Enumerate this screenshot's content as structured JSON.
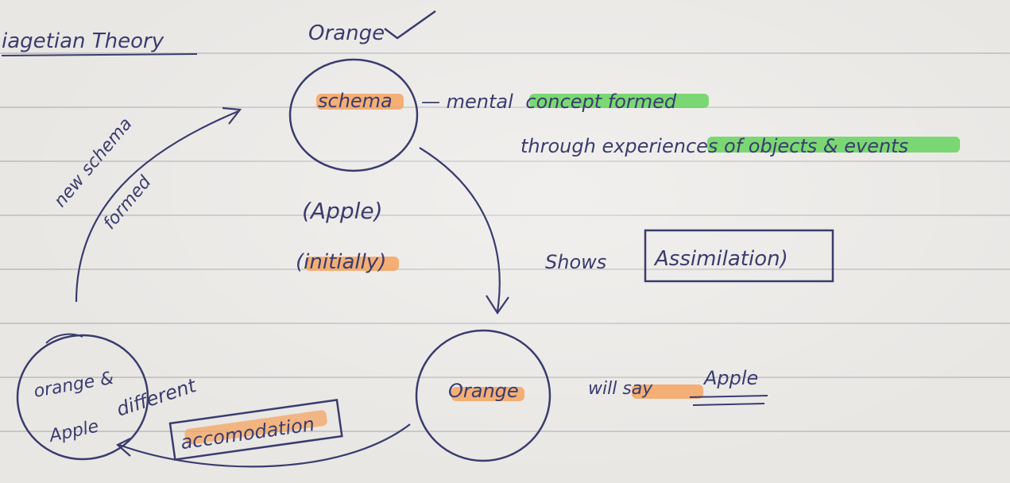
{
  "title": "iagetian Theory",
  "top_label": "Orange",
  "schema_circle": {
    "label": "schema"
  },
  "definition": {
    "line1_prefix": "— mental",
    "line1_highlight": "concept formed",
    "line2_plain": "through exper",
    "line2_highlight": "iences of objects & events"
  },
  "apple_note": {
    "line1": "(Apple)",
    "line2": "(initially)"
  },
  "assimilation": {
    "shows": "Shows",
    "boxed": "Assimilation)"
  },
  "new_schema_note": {
    "line1": "new schema",
    "line2": "formed"
  },
  "orange_circle": {
    "label": "Orange"
  },
  "will_say": {
    "text": "will say",
    "answer": "Apple"
  },
  "left_circle": {
    "line1": "orange &",
    "line2": "Apple"
  },
  "different_note": "different",
  "accommodation_box": "accomodation",
  "colors": {
    "ink": "#3a3c6e",
    "orange_highlight": "#f4a462",
    "green_highlight": "#66d45e",
    "paper": "#e9e7e4"
  }
}
